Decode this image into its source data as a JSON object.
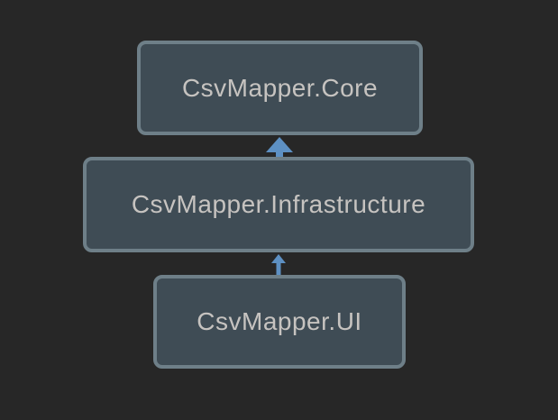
{
  "theme": {
    "background": "#272727",
    "box_fill": "#3f4c55",
    "box_border": "#6e7f88",
    "text_color": "#c6c3c0",
    "arrow_color": "#5d90c3"
  },
  "diagram": {
    "type": "dependency-diagram",
    "nodes": {
      "core": {
        "label": "CsvMapper.Core"
      },
      "infrastructure": {
        "label": "CsvMapper.Infrastructure"
      },
      "ui": {
        "label": "CsvMapper.UI"
      }
    },
    "edges": [
      {
        "from": "infrastructure",
        "to": "core",
        "direction": "up",
        "style": "arrow"
      },
      {
        "from": "ui",
        "to": "infrastructure",
        "direction": "up",
        "style": "arrow"
      }
    ]
  }
}
